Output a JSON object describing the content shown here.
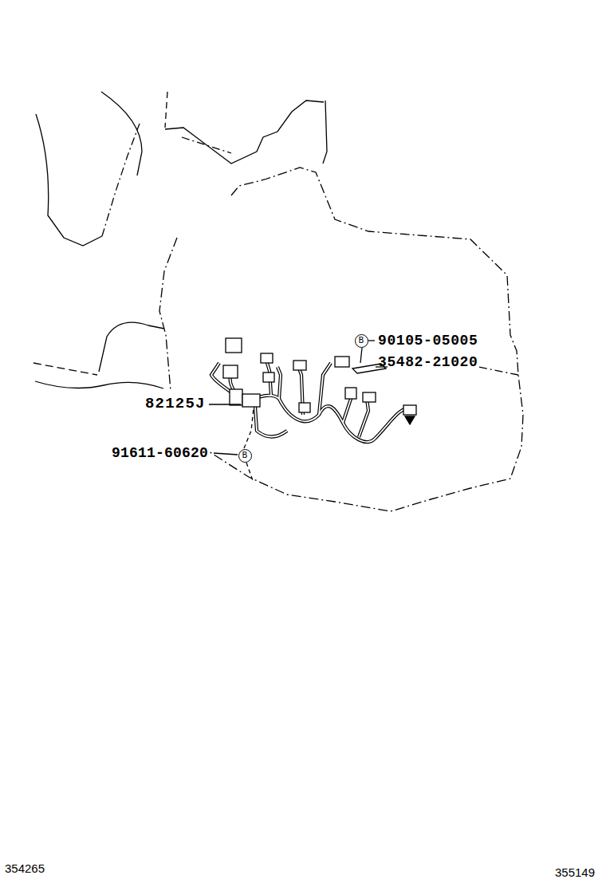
{
  "diagram": {
    "nodes": [
      {
        "text": [
          "B"
        ]
      },
      {
        "text": [
          "B"
        ]
      }
    ],
    "labels": [
      "90105-05005",
      "35482-21020",
      "82125J",
      "91611-60620",
      "354265",
      "355149"
    ]
  }
}
